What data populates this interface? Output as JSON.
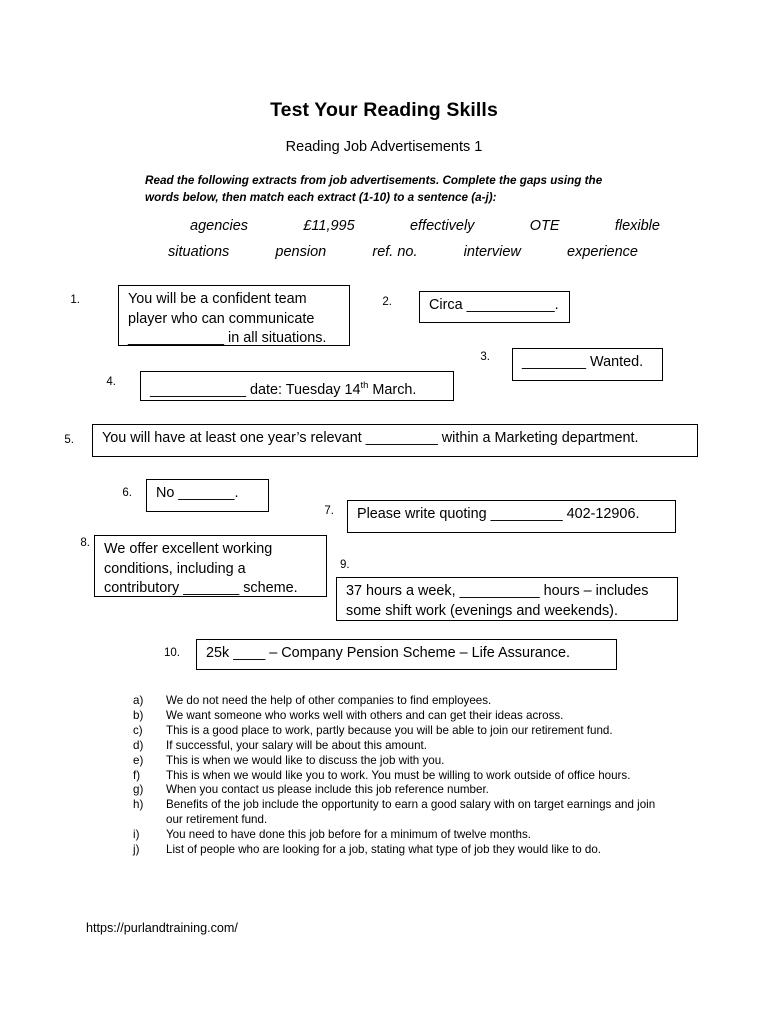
{
  "document": {
    "title": "Test Your Reading Skills",
    "subtitle": "Reading Job Advertisements 1",
    "instructions": "Read the following extracts from job advertisements. Complete the gaps using the words below, then match each extract (1-10) to a sentence (a-j):",
    "footer_url": "https://purlandtraining.com/"
  },
  "word_bank": {
    "row1": [
      "agencies",
      "£11,995",
      "effectively",
      "OTE",
      "flexible"
    ],
    "row2": [
      "situations",
      "pension",
      "ref. no.",
      "interview",
      "experience"
    ]
  },
  "extracts": [
    {
      "number": "1.",
      "text_before": "You will be a confident team player who can communicate ",
      "gap": "____________",
      "text_after": " in all situations."
    },
    {
      "number": "2.",
      "text_before": "Circa ",
      "gap": "___________",
      "text_after": "."
    },
    {
      "number": "3.",
      "text_before": "",
      "gap": "________",
      "text_after": " Wanted."
    },
    {
      "number": "4.",
      "text_before": "",
      "gap": "____________",
      "text_after": " date: Tuesday 14th March."
    },
    {
      "number": "5.",
      "text_before": "You will have at least one year’s relevant ",
      "gap": "_________",
      "text_after": " within a Marketing department."
    },
    {
      "number": "6.",
      "text_before": "No ",
      "gap": "_______",
      "text_after": "."
    },
    {
      "number": "7.",
      "text_before": "Please write quoting ",
      "gap": "_________",
      "text_after": " 402-12906."
    },
    {
      "number": "8.",
      "text_before": "We offer excellent working conditions, including a contributory ",
      "gap": "_______",
      "text_after": " scheme."
    },
    {
      "number": "9.",
      "text_before": "37 hours a week, ",
      "gap": "__________",
      "text_after": " hours – includes some shift work (evenings and weekends)."
    },
    {
      "number": "10.",
      "text_before": "25k ",
      "gap": "____",
      "text_after": " – Company Pension Scheme – Life Assurance."
    }
  ],
  "extract_4_parts": {
    "gap": "____________",
    "mid": " date: Tuesday 14",
    "sup": "th",
    "tail": " March."
  },
  "answers": [
    {
      "letter": "a)",
      "text": "We do not need the help of other companies to find employees."
    },
    {
      "letter": "b)",
      "text": "We want someone who works well with others and can get their ideas across."
    },
    {
      "letter": "c)",
      "text": "This is a good place to work, partly because you will be able to join our retirement fund."
    },
    {
      "letter": "d)",
      "text": "If successful, your salary will be about this amount."
    },
    {
      "letter": "e)",
      "text": "This is when we would like to discuss the job with you."
    },
    {
      "letter": "f)",
      "text": "This is when we would like you to work. You must be willing to work outside of office hours."
    },
    {
      "letter": "g)",
      "text": "When you contact us please include this job reference number."
    },
    {
      "letter": "h)",
      "text": "Benefits of the job include the opportunity to earn a good salary with on target earnings and join our retirement fund."
    },
    {
      "letter": "i)",
      "text": "You need to have done this job before for a minimum of twelve months."
    },
    {
      "letter": "j)",
      "text": "List of people who are looking for a job, stating what type of job they would like to do."
    }
  ],
  "colors": {
    "page_background": "#ffffff",
    "text": "#000000",
    "box_border": "#000000"
  }
}
